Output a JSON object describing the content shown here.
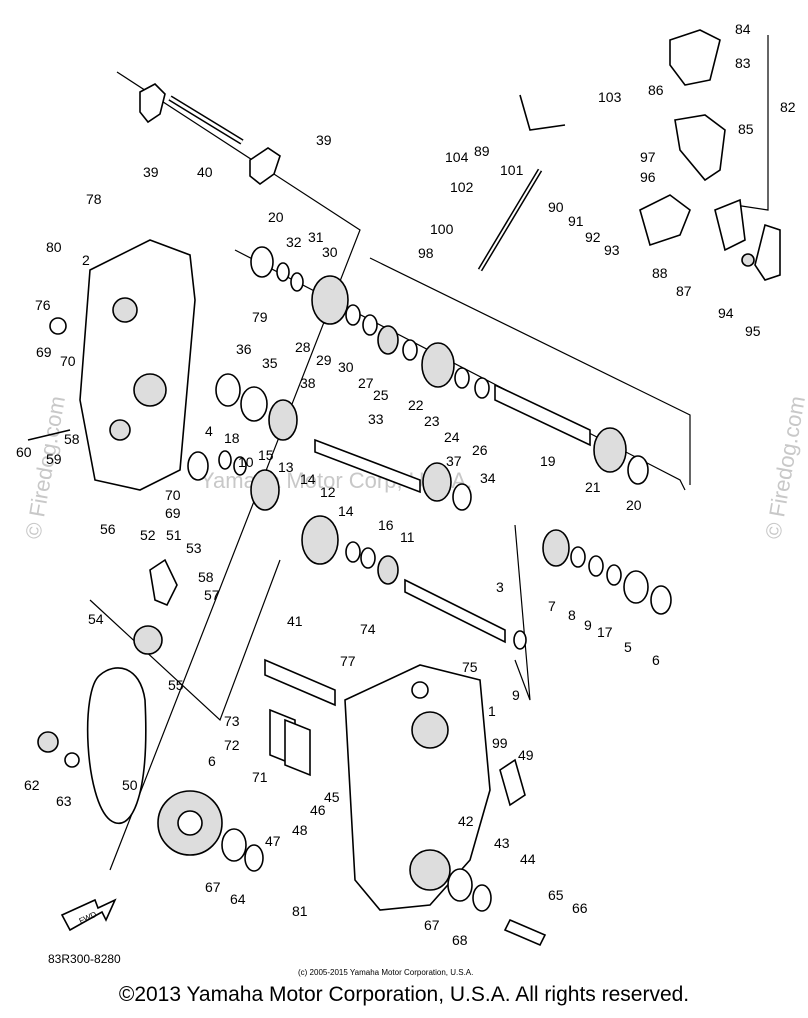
{
  "watermarks": {
    "left": "© Firedog.com",
    "center": "Yamaha Motor Corp, U.S.A."
  },
  "diagram_code": "83R300-8280",
  "fwd_label": "FWD",
  "small_copyright": "(c) 2005-2015 Yamaha Motor Corporation, U.S.A.",
  "footer_copyright": "©2013 Yamaha Motor Corporation, U.S.A. All rights reserved.",
  "labels": [
    {
      "id": "84",
      "text": "84"
    },
    {
      "id": "83",
      "text": "83"
    },
    {
      "id": "82",
      "text": "82"
    },
    {
      "id": "103",
      "text": "103"
    },
    {
      "id": "86",
      "text": "86"
    },
    {
      "id": "85",
      "text": "85"
    },
    {
      "id": "104",
      "text": "104"
    },
    {
      "id": "89",
      "text": "89"
    },
    {
      "id": "101",
      "text": "101"
    },
    {
      "id": "97",
      "text": "97"
    },
    {
      "id": "96",
      "text": "96"
    },
    {
      "id": "90",
      "text": "90"
    },
    {
      "id": "91",
      "text": "91"
    },
    {
      "id": "92",
      "text": "92"
    },
    {
      "id": "93",
      "text": "93"
    },
    {
      "id": "102",
      "text": "102"
    },
    {
      "id": "88",
      "text": "88"
    },
    {
      "id": "87",
      "text": "87"
    },
    {
      "id": "94",
      "text": "94"
    },
    {
      "id": "95",
      "text": "95"
    },
    {
      "id": "100",
      "text": "100"
    },
    {
      "id": "98",
      "text": "98"
    },
    {
      "id": "39a",
      "text": "39"
    },
    {
      "id": "40",
      "text": "40"
    },
    {
      "id": "39b",
      "text": "39"
    },
    {
      "id": "78",
      "text": "78"
    },
    {
      "id": "20a",
      "text": "20"
    },
    {
      "id": "32",
      "text": "32"
    },
    {
      "id": "31",
      "text": "31"
    },
    {
      "id": "30a",
      "text": "30"
    },
    {
      "id": "80",
      "text": "80"
    },
    {
      "id": "2",
      "text": "2"
    },
    {
      "id": "79",
      "text": "79"
    },
    {
      "id": "76",
      "text": "76"
    },
    {
      "id": "28",
      "text": "28"
    },
    {
      "id": "29",
      "text": "29"
    },
    {
      "id": "30b",
      "text": "30"
    },
    {
      "id": "27",
      "text": "27"
    },
    {
      "id": "25",
      "text": "25"
    },
    {
      "id": "22",
      "text": "22"
    },
    {
      "id": "23",
      "text": "23"
    },
    {
      "id": "24",
      "text": "24"
    },
    {
      "id": "26",
      "text": "26"
    },
    {
      "id": "69a",
      "text": "69"
    },
    {
      "id": "70a",
      "text": "70"
    },
    {
      "id": "36",
      "text": "36"
    },
    {
      "id": "35",
      "text": "35"
    },
    {
      "id": "38",
      "text": "38"
    },
    {
      "id": "33",
      "text": "33"
    },
    {
      "id": "58a",
      "text": "58"
    },
    {
      "id": "59",
      "text": "59"
    },
    {
      "id": "60",
      "text": "60"
    },
    {
      "id": "4",
      "text": "4"
    },
    {
      "id": "18",
      "text": "18"
    },
    {
      "id": "10",
      "text": "10"
    },
    {
      "id": "15",
      "text": "15"
    },
    {
      "id": "13",
      "text": "13"
    },
    {
      "id": "14a",
      "text": "14"
    },
    {
      "id": "12",
      "text": "12"
    },
    {
      "id": "37",
      "text": "37"
    },
    {
      "id": "34",
      "text": "34"
    },
    {
      "id": "19",
      "text": "19"
    },
    {
      "id": "21",
      "text": "21"
    },
    {
      "id": "20b",
      "text": "20"
    },
    {
      "id": "70b",
      "text": "70"
    },
    {
      "id": "69b",
      "text": "69"
    },
    {
      "id": "14b",
      "text": "14"
    },
    {
      "id": "16",
      "text": "16"
    },
    {
      "id": "11",
      "text": "11"
    },
    {
      "id": "56",
      "text": "56"
    },
    {
      "id": "52",
      "text": "52"
    },
    {
      "id": "51",
      "text": "51"
    },
    {
      "id": "53",
      "text": "53"
    },
    {
      "id": "58b",
      "text": "58"
    },
    {
      "id": "57",
      "text": "57"
    },
    {
      "id": "3",
      "text": "3"
    },
    {
      "id": "7",
      "text": "7"
    },
    {
      "id": "8",
      "text": "8"
    },
    {
      "id": "9a",
      "text": "9"
    },
    {
      "id": "17",
      "text": "17"
    },
    {
      "id": "5",
      "text": "5"
    },
    {
      "id": "6a",
      "text": "6"
    },
    {
      "id": "54",
      "text": "54"
    },
    {
      "id": "55",
      "text": "55"
    },
    {
      "id": "41",
      "text": "41"
    },
    {
      "id": "74",
      "text": "74"
    },
    {
      "id": "77",
      "text": "77"
    },
    {
      "id": "75",
      "text": "75"
    },
    {
      "id": "9b",
      "text": "9"
    },
    {
      "id": "1",
      "text": "1"
    },
    {
      "id": "73",
      "text": "73"
    },
    {
      "id": "72",
      "text": "72"
    },
    {
      "id": "71",
      "text": "71"
    },
    {
      "id": "99",
      "text": "99"
    },
    {
      "id": "49",
      "text": "49"
    },
    {
      "id": "62",
      "text": "62"
    },
    {
      "id": "63",
      "text": "63"
    },
    {
      "id": "50",
      "text": "50"
    },
    {
      "id": "6b",
      "text": "6"
    },
    {
      "id": "46",
      "text": "46"
    },
    {
      "id": "45",
      "text": "45"
    },
    {
      "id": "48",
      "text": "48"
    },
    {
      "id": "47",
      "text": "47"
    },
    {
      "id": "42",
      "text": "42"
    },
    {
      "id": "43",
      "text": "43"
    },
    {
      "id": "44",
      "text": "44"
    },
    {
      "id": "67a",
      "text": "67"
    },
    {
      "id": "64",
      "text": "64"
    },
    {
      "id": "81",
      "text": "81"
    },
    {
      "id": "67b",
      "text": "67"
    },
    {
      "id": "68",
      "text": "68"
    },
    {
      "id": "65",
      "text": "65"
    },
    {
      "id": "66",
      "text": "66"
    }
  ]
}
